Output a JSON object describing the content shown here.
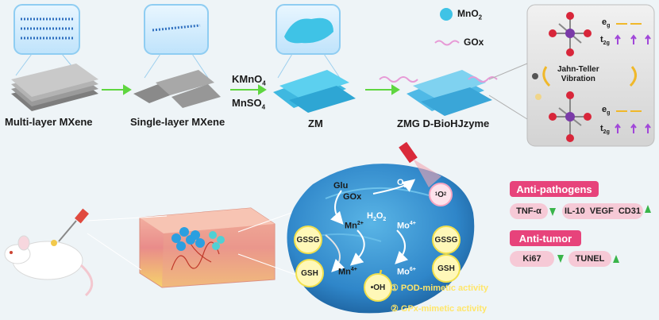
{
  "pipeline": {
    "multi_layer": "Multi-layer MXene",
    "single_layer": "Single-layer MXene",
    "reagent_1": "KMnO",
    "reagent_1_sub": "4",
    "reagent_2": "MnSO",
    "reagent_2_sub": "4",
    "zm": "ZM",
    "product": "ZMG D-BioHJzyme"
  },
  "legend": {
    "mno2": "MnO",
    "mno2_sub": "2",
    "gox": "GOx"
  },
  "jahn_teller": {
    "line1": "Jahn-Teller",
    "line2": "Vibration",
    "eg": "e",
    "eg_sub": "g",
    "t2g": "t",
    "t2g_sub": "2g"
  },
  "mechanism": {
    "glu": "Glu",
    "gox": "GOx",
    "o2": "O",
    "o2_sub": "2",
    "singlet_o2_sup": "1",
    "singlet_o2": "O",
    "singlet_o2_sub": "2",
    "h2o": "H",
    "h2o_sub": "2",
    "h2o_o": "O",
    "mn2": "Mn",
    "mn2_sup": "2+",
    "mn4": "Mn",
    "mn4_sup": "4+",
    "mo4": "Mo",
    "mo4_sup": "4+",
    "mo6": "Mo",
    "mo6_sup": "6+",
    "gssg_left": "GSSG",
    "gssg_right": "GSSG",
    "gsh_left": "GSH",
    "gsh_right": "GSH",
    "oh": "•OH",
    "pod": "① POD-mimetic activity",
    "gpx": "② GPx-mimetic activity"
  },
  "outcomes": {
    "anti_pathogens": "Anti-pathogens",
    "tnf": "TNF-α",
    "il10": "IL-10",
    "vegf": "VEGF",
    "cd31": "CD31",
    "anti_tumor": "Anti-tumor",
    "ki67": "Ki67",
    "tunel": "TUNEL"
  },
  "colors": {
    "down_arrow": "#39b54a",
    "up_arrow": "#39b54a",
    "badge": "#e7437b",
    "pill": "#f6c9d6",
    "mno2": "#3fc3e6",
    "sheet": "#8e8e8e"
  }
}
